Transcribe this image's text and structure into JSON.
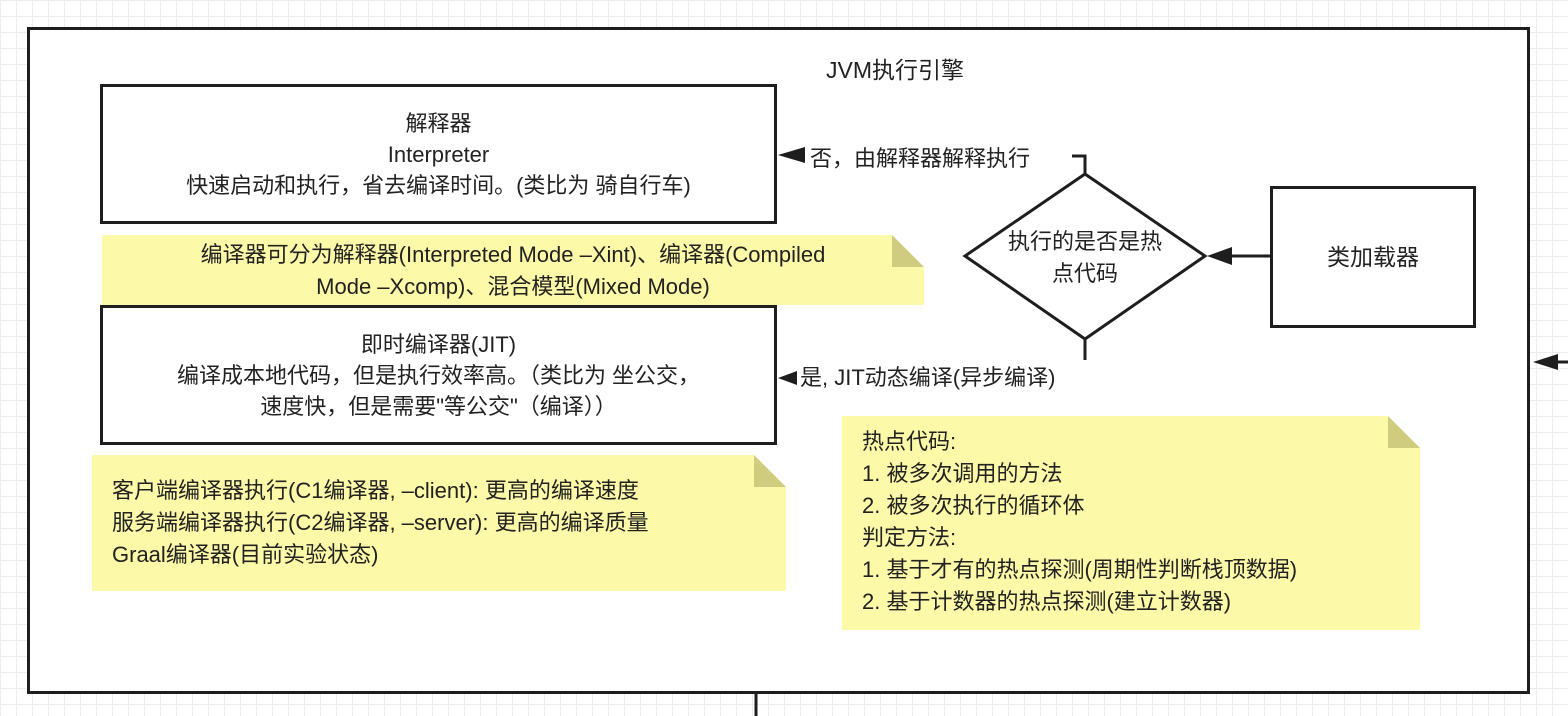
{
  "diagram": {
    "title": "JVM执行引擎",
    "interpreter_box": {
      "line1": "解释器",
      "line2": "Interpreter",
      "line3": "快速启动和执行，省去编译时间。(类比为 骑自行车)"
    },
    "jit_box": {
      "line1": "即时编译器(JIT)",
      "line2": "编译成本地代码，但是执行效率高。（类比为 坐公交，",
      "line3": "速度快，但是需要\"等公交\"（编译））"
    },
    "class_loader": "类加载器",
    "decision": {
      "line1": "执行的是否是热",
      "line2": "点代码"
    },
    "edge_no_label": "否，由解释器解释执行",
    "edge_yes_label": "是, JIT动态编译(异步编译)",
    "note_modes": {
      "line1": "编译器可分为解释器(Interpreted Mode –Xint)、编译器(Compiled",
      "line2": "Mode –Xcomp)、混合模型(Mixed Mode)"
    },
    "note_compilers": [
      "客户端编译器执行(C1编译器, –client): 更高的编译速度",
      "服务端编译器执行(C2编译器, –server): 更高的编译质量",
      "Graal编译器(目前实验状态)"
    ],
    "note_hotspot": [
      "热点代码:",
      "1. 被多次调用的方法",
      "2. 被多次执行的循环体",
      "判定方法:",
      "1. 基于才有的热点探测(周期性判断栈顶数据)",
      "2. 基于计数器的热点探测(建立计数器)"
    ],
    "colors": {
      "note_fill": "#fcf9a8",
      "note_fold": "#cfcc80",
      "stroke": "#1e1e1e"
    }
  }
}
